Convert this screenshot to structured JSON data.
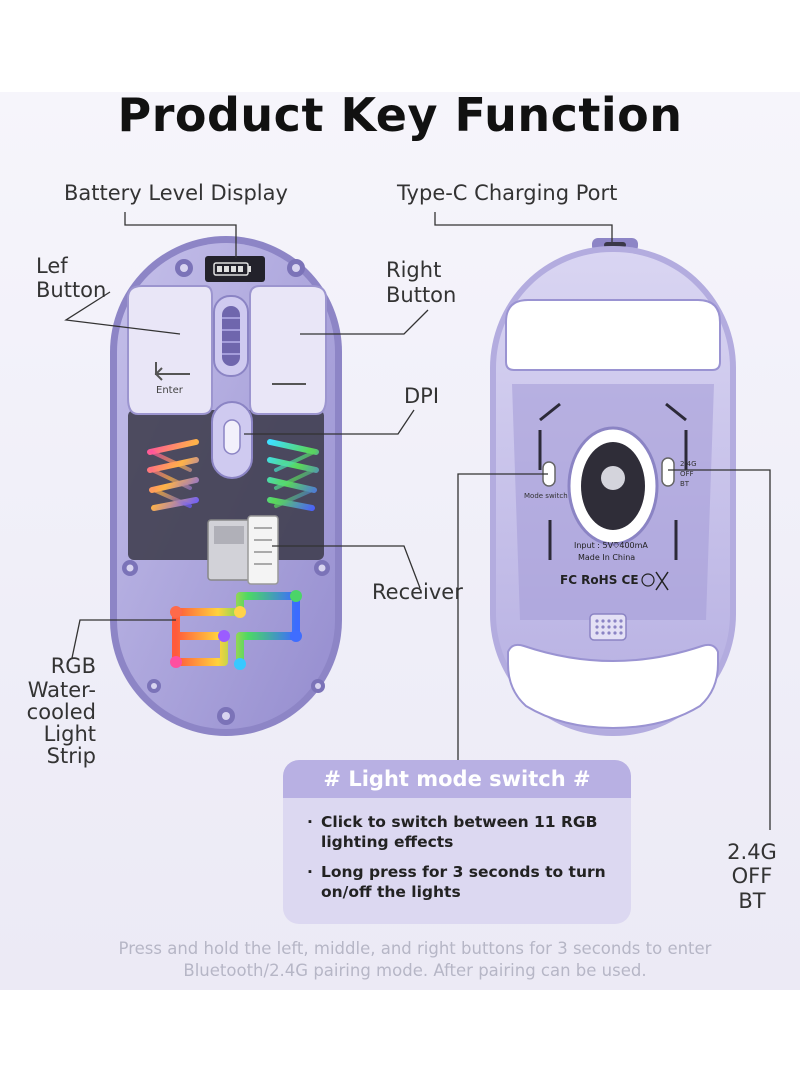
{
  "title": "Product Key Function",
  "labels": {
    "battery": "Battery Level Display",
    "typec": "Type-C Charging Port",
    "left_button_line1": "Lef",
    "left_button_line2": "Button",
    "right_button_line1": "Right",
    "right_button_line2": "Button",
    "dpi": "DPI",
    "receiver": "Receiver",
    "rgb_line1": "RGB",
    "rgb_line2": "Water-",
    "rgb_line3": "cooled",
    "rgb_line4": "Light",
    "rgb_line5": "Strip",
    "mode_line1": "2.4G",
    "mode_line2": "OFF",
    "mode_line3": "BT"
  },
  "mouse_print": {
    "enter_key": "Enter",
    "mode_switch": "Mode switch",
    "switch_24g": "2.4G",
    "switch_off": "OFF",
    "switch_bt": "BT",
    "input": "Input : 5V⎏400mA",
    "made_in": "Made In China",
    "certs": "FC RoHS CE"
  },
  "info_box": {
    "heading": "# Light mode switch #",
    "items": [
      "Click to switch between 11 RGB lighting effects",
      "Long press for 3 seconds to turn on/off the lights"
    ]
  },
  "footer": "Press and hold the left, middle, and right buttons for 3 seconds to enter Bluetooth/2.4G pairing mode. After pairing can be used.",
  "colors": {
    "mouse_body": "#a9a2d9",
    "mouse_shell": "#8e86c8",
    "button_face": "#e9e6f7",
    "info_header": "#b8b0e3",
    "info_body": "#dcd8f1",
    "footer_text": "#b6b6c6"
  }
}
